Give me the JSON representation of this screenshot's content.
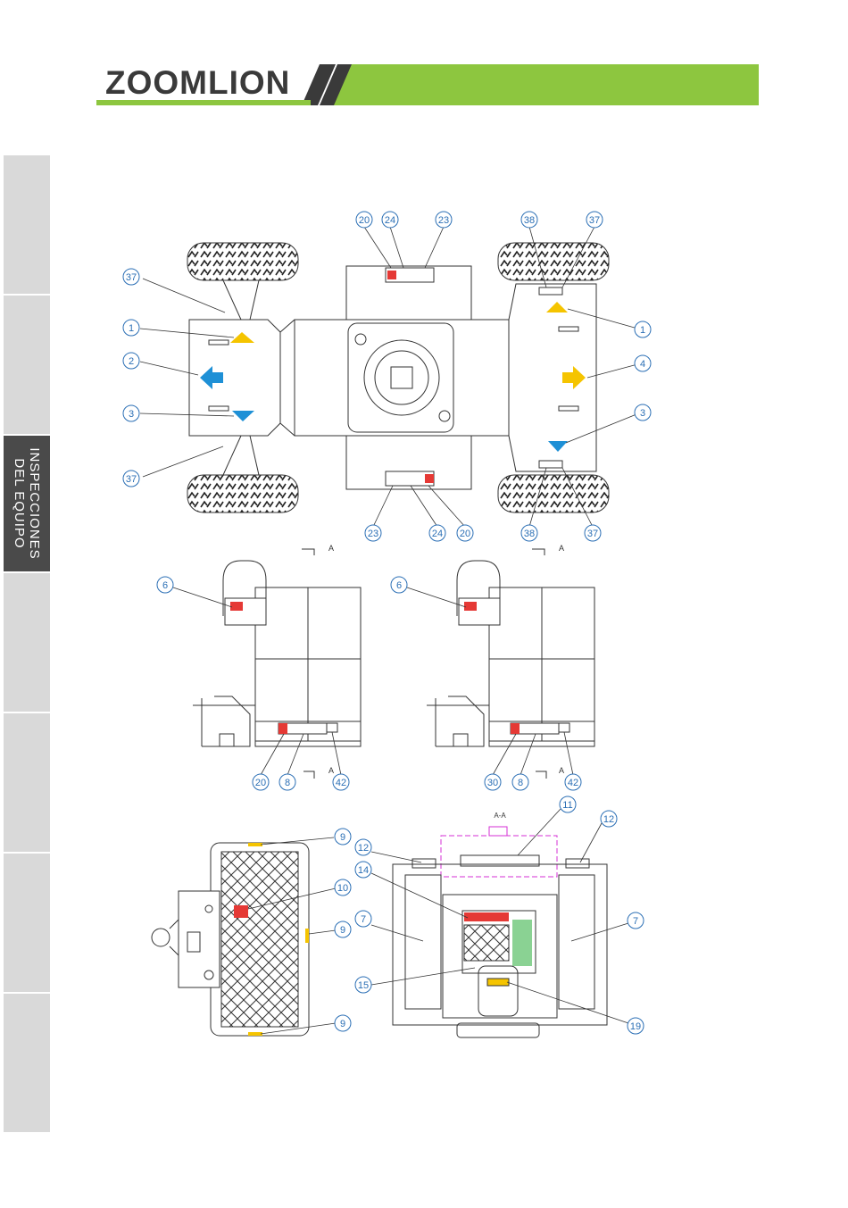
{
  "header": {
    "brand": "ZOOMLION",
    "accent_color": "#8dc63f",
    "dark_color": "#3a3a3a"
  },
  "sidebar": {
    "tabs": [
      {
        "label": "",
        "active": false
      },
      {
        "label": "",
        "active": false
      },
      {
        "label": "INSPECCIONES\nDEL EQUIPO",
        "active": true
      },
      {
        "label": "",
        "active": false
      },
      {
        "label": "",
        "active": false
      },
      {
        "label": "",
        "active": false
      },
      {
        "label": "",
        "active": false
      }
    ]
  },
  "diagram": {
    "section_marker": "A",
    "section_title": "A-A",
    "top_view": {
      "top_callouts": [
        "20",
        "24",
        "23"
      ],
      "top_right_callouts": [
        "38",
        "37"
      ],
      "left_callouts": [
        "37",
        "1",
        "2",
        "3",
        "37"
      ],
      "right_callouts": [
        "1",
        "4",
        "3"
      ],
      "bottom_callouts": [
        "23",
        "24",
        "20"
      ],
      "bottom_right_callouts": [
        "38",
        "37"
      ]
    },
    "side_view_left": {
      "top_callout": "6",
      "bottom_callouts": [
        "20",
        "8",
        "42"
      ]
    },
    "side_view_right": {
      "top_callout": "6",
      "bottom_callouts": [
        "30",
        "8",
        "42"
      ]
    },
    "platform_view": {
      "callouts": [
        "9",
        "10",
        "9",
        "9"
      ]
    },
    "rear_view": {
      "callouts": [
        "11",
        "12",
        "12",
        "14",
        "7",
        "7",
        "15",
        "19"
      ]
    },
    "colors": {
      "yellow_arrow": "#f5c400",
      "blue_arrow": "#1e90d6",
      "callout": "#2b6fb5",
      "magenta": "#d62fd6",
      "green": "#3cb44b"
    }
  }
}
